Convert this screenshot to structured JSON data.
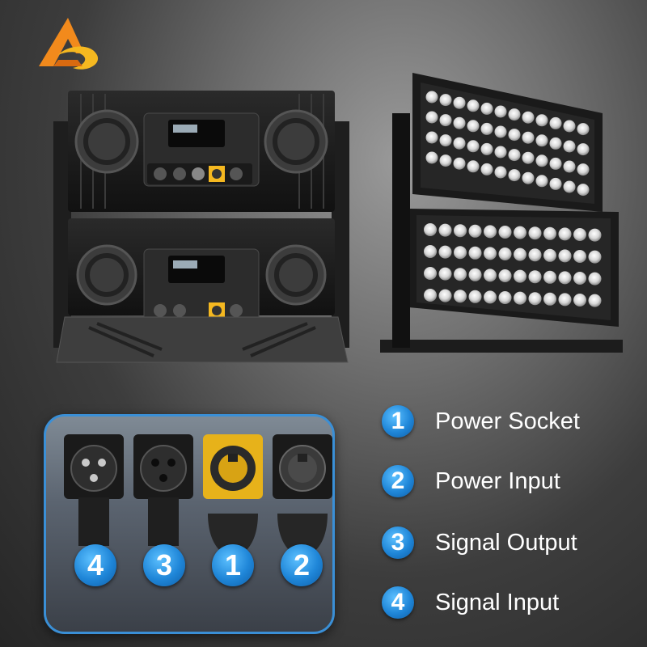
{
  "brand": {
    "logo_icon": "triangle-swirl-logo-icon",
    "colors": {
      "orange": "#f28a1c",
      "gold": "#f5b820"
    }
  },
  "connector_inset": {
    "accent": "#1f86d8",
    "ports": [
      {
        "number": "4",
        "type": "xlr-male"
      },
      {
        "number": "3",
        "type": "xlr-female"
      },
      {
        "number": "1",
        "type": "powercon-yellow"
      },
      {
        "number": "2",
        "type": "powercon-grey"
      }
    ]
  },
  "legend": {
    "items": [
      {
        "number": "1",
        "label": "Power Socket"
      },
      {
        "number": "2",
        "label": "Power Input"
      },
      {
        "number": "3",
        "label": "Signal Output"
      },
      {
        "number": "4",
        "label": "Signal Input"
      }
    ]
  }
}
